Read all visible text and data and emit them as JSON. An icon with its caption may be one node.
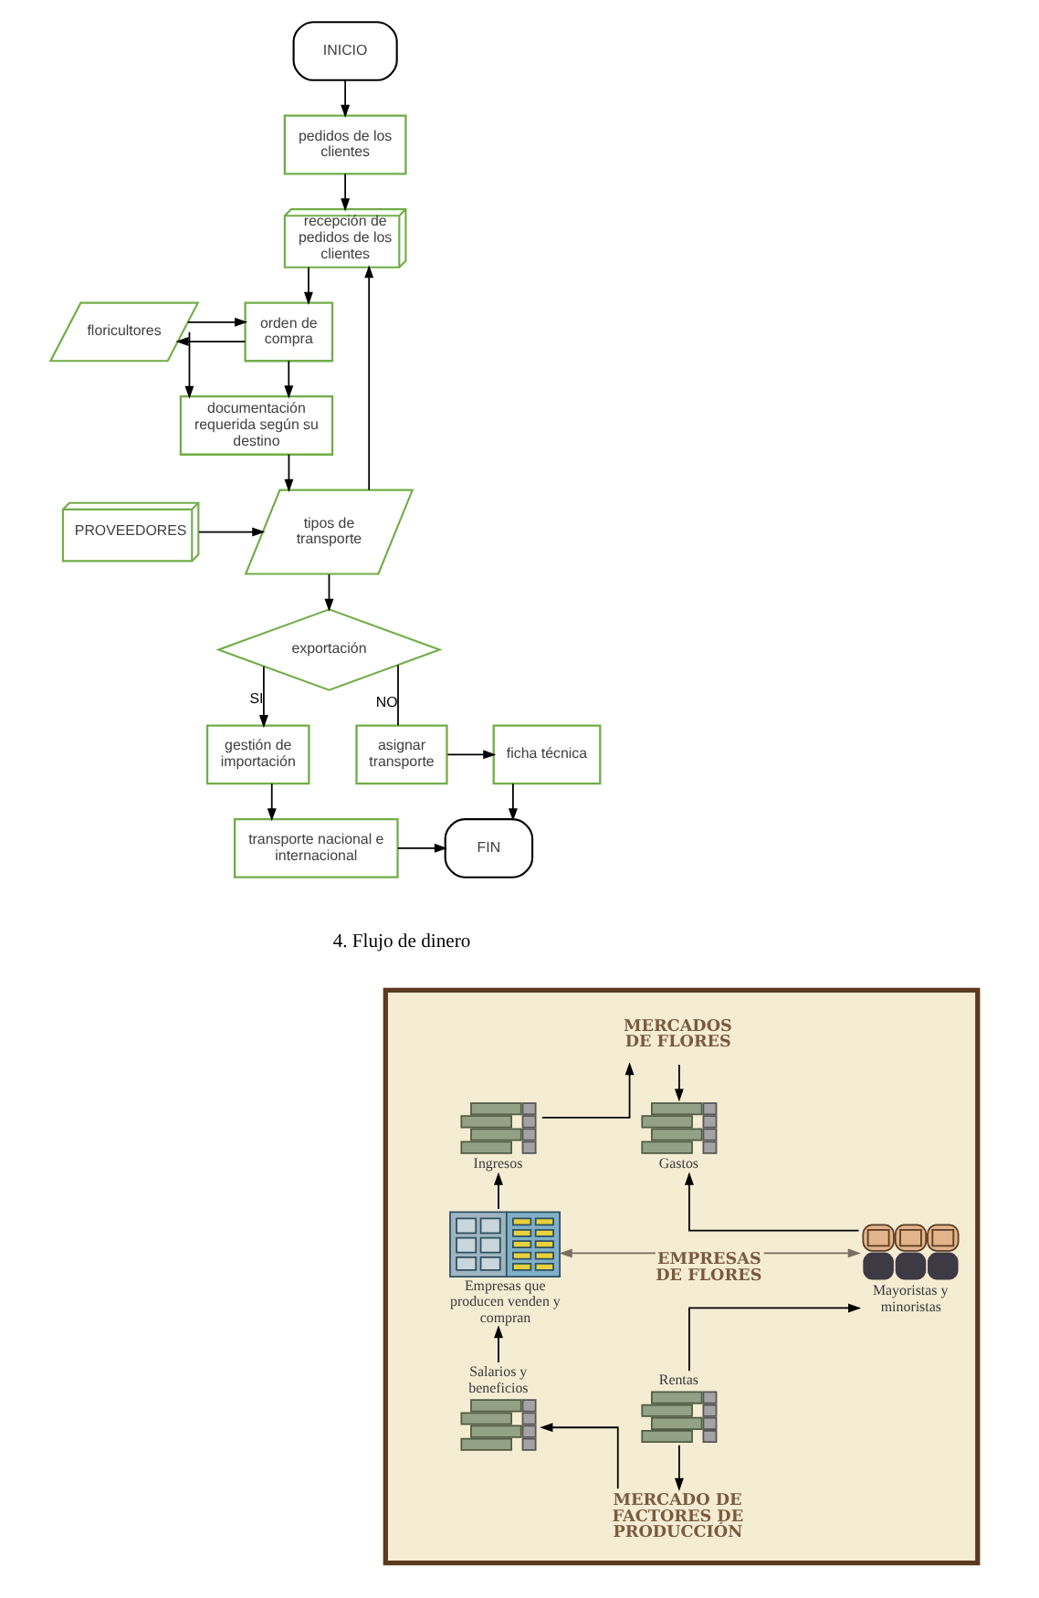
{
  "diagram": {
    "nodes": [
      {
        "text": [
          "INICIO"
        ]
      },
      {
        "text": [
          "pedidos de los clientes"
        ]
      },
      {
        "text": [
          "recepción de pedidos de los clientes"
        ]
      },
      {
        "text": [
          "floricultores"
        ]
      },
      {
        "text": [
          "orden de compra"
        ]
      },
      {
        "text": [
          "documentación requerida según su destino"
        ]
      },
      {
        "text": [
          "PROVEEDORES"
        ]
      },
      {
        "text": [
          "tipos de transporte"
        ]
      },
      {
        "text": [
          "exportación"
        ]
      },
      {
        "text": [
          "gestión de importación"
        ]
      },
      {
        "text": [
          "asignar transporte"
        ]
      },
      {
        "text": [
          "ficha técnica"
        ]
      },
      {
        "text": [
          "transporte nacional e internacional"
        ]
      },
      {
        "text": [
          "FIN"
        ]
      },
      {
        "text": [],
        "shape": "box"
      },
      {
        "text": [
          "MERCADOS DE FLORES"
        ],
        "in": 14
      },
      {
        "text": [],
        "shape": "picture",
        "beside": [
          "Ingresos"
        ],
        "in": 14
      },
      {
        "text": [],
        "shape": "picture",
        "beside": [
          "Gastos"
        ],
        "in": 14
      },
      {
        "text": [],
        "shape": "picture",
        "beside": [
          "Empresas que producen venden y compran"
        ],
        "in": 14
      },
      {
        "text": [
          "EMPRESAS DE FLORES"
        ],
        "in": 14
      },
      {
        "text": [],
        "shape": "person",
        "beside": [
          "Mayoristas y minoristas"
        ],
        "in": 14
      },
      {
        "text": [],
        "shape": "picture",
        "beside": [
          "Salarios y beneficios"
        ],
        "in": 14
      },
      {
        "text": [],
        "shape": "picture",
        "beside": [
          "Rentas"
        ],
        "in": 14
      },
      {
        "text": [
          "MERCADO DE FACTORES DE PRODUCCIÓN"
        ],
        "in": 14
      }
    ],
    "edges": [
      {
        "from": 0,
        "to": 1,
        "arrow": "to"
      },
      {
        "from": 1,
        "to": 2,
        "arrow": "to"
      },
      {
        "from": 2,
        "to": 4,
        "arrow": "to"
      },
      {
        "from": 3,
        "to": 4,
        "arrow": "to"
      },
      {
        "from": 4,
        "to": 3,
        "arrow": "to"
      },
      {
        "from": 4,
        "to": 5,
        "arrow": "to"
      },
      {
        "from": 3,
        "to": 5,
        "arrow": "to"
      },
      {
        "from": 5,
        "to": 7,
        "arrow": "to"
      },
      {
        "from": 6,
        "to": 7,
        "arrow": "to"
      },
      {
        "from": 7,
        "to": 2,
        "arrow": "to"
      },
      {
        "from": 7,
        "to": 8,
        "arrow": "to"
      },
      {
        "from": 8,
        "to": 9,
        "arrow": "to",
        "label": "SI"
      },
      {
        "from": 8,
        "to": 10,
        "arrow": "none",
        "label": "NO"
      },
      {
        "from": 10,
        "to": 11,
        "arrow": "to"
      },
      {
        "from": 11,
        "to": 13,
        "arrow": "to"
      },
      {
        "from": 9,
        "to": 12,
        "arrow": "to"
      },
      {
        "from": 12,
        "to": 13,
        "arrow": "to"
      },
      {
        "from": 18,
        "to": 16,
        "arrow": "to"
      },
      {
        "from": 16,
        "to": 15,
        "arrow": "to"
      },
      {
        "from": 15,
        "to": 17,
        "arrow": "to"
      },
      {
        "from": 20,
        "to": 17,
        "arrow": "to"
      },
      {
        "from": 19,
        "to": 18,
        "arrow": "to",
        "color": "#7b6d60"
      },
      {
        "from": 19,
        "to": 20,
        "arrow": "to",
        "color": "#7b6d60"
      },
      {
        "from": 21,
        "to": 18,
        "arrow": "to"
      },
      {
        "from": 23,
        "to": 21,
        "arrow": "to"
      },
      {
        "from": 22,
        "to": 23,
        "arrow": "to"
      },
      {
        "from": 22,
        "to": 20,
        "arrow": "to"
      }
    ],
    "labels": [
      "4. Flujo de dinero"
    ]
  }
}
